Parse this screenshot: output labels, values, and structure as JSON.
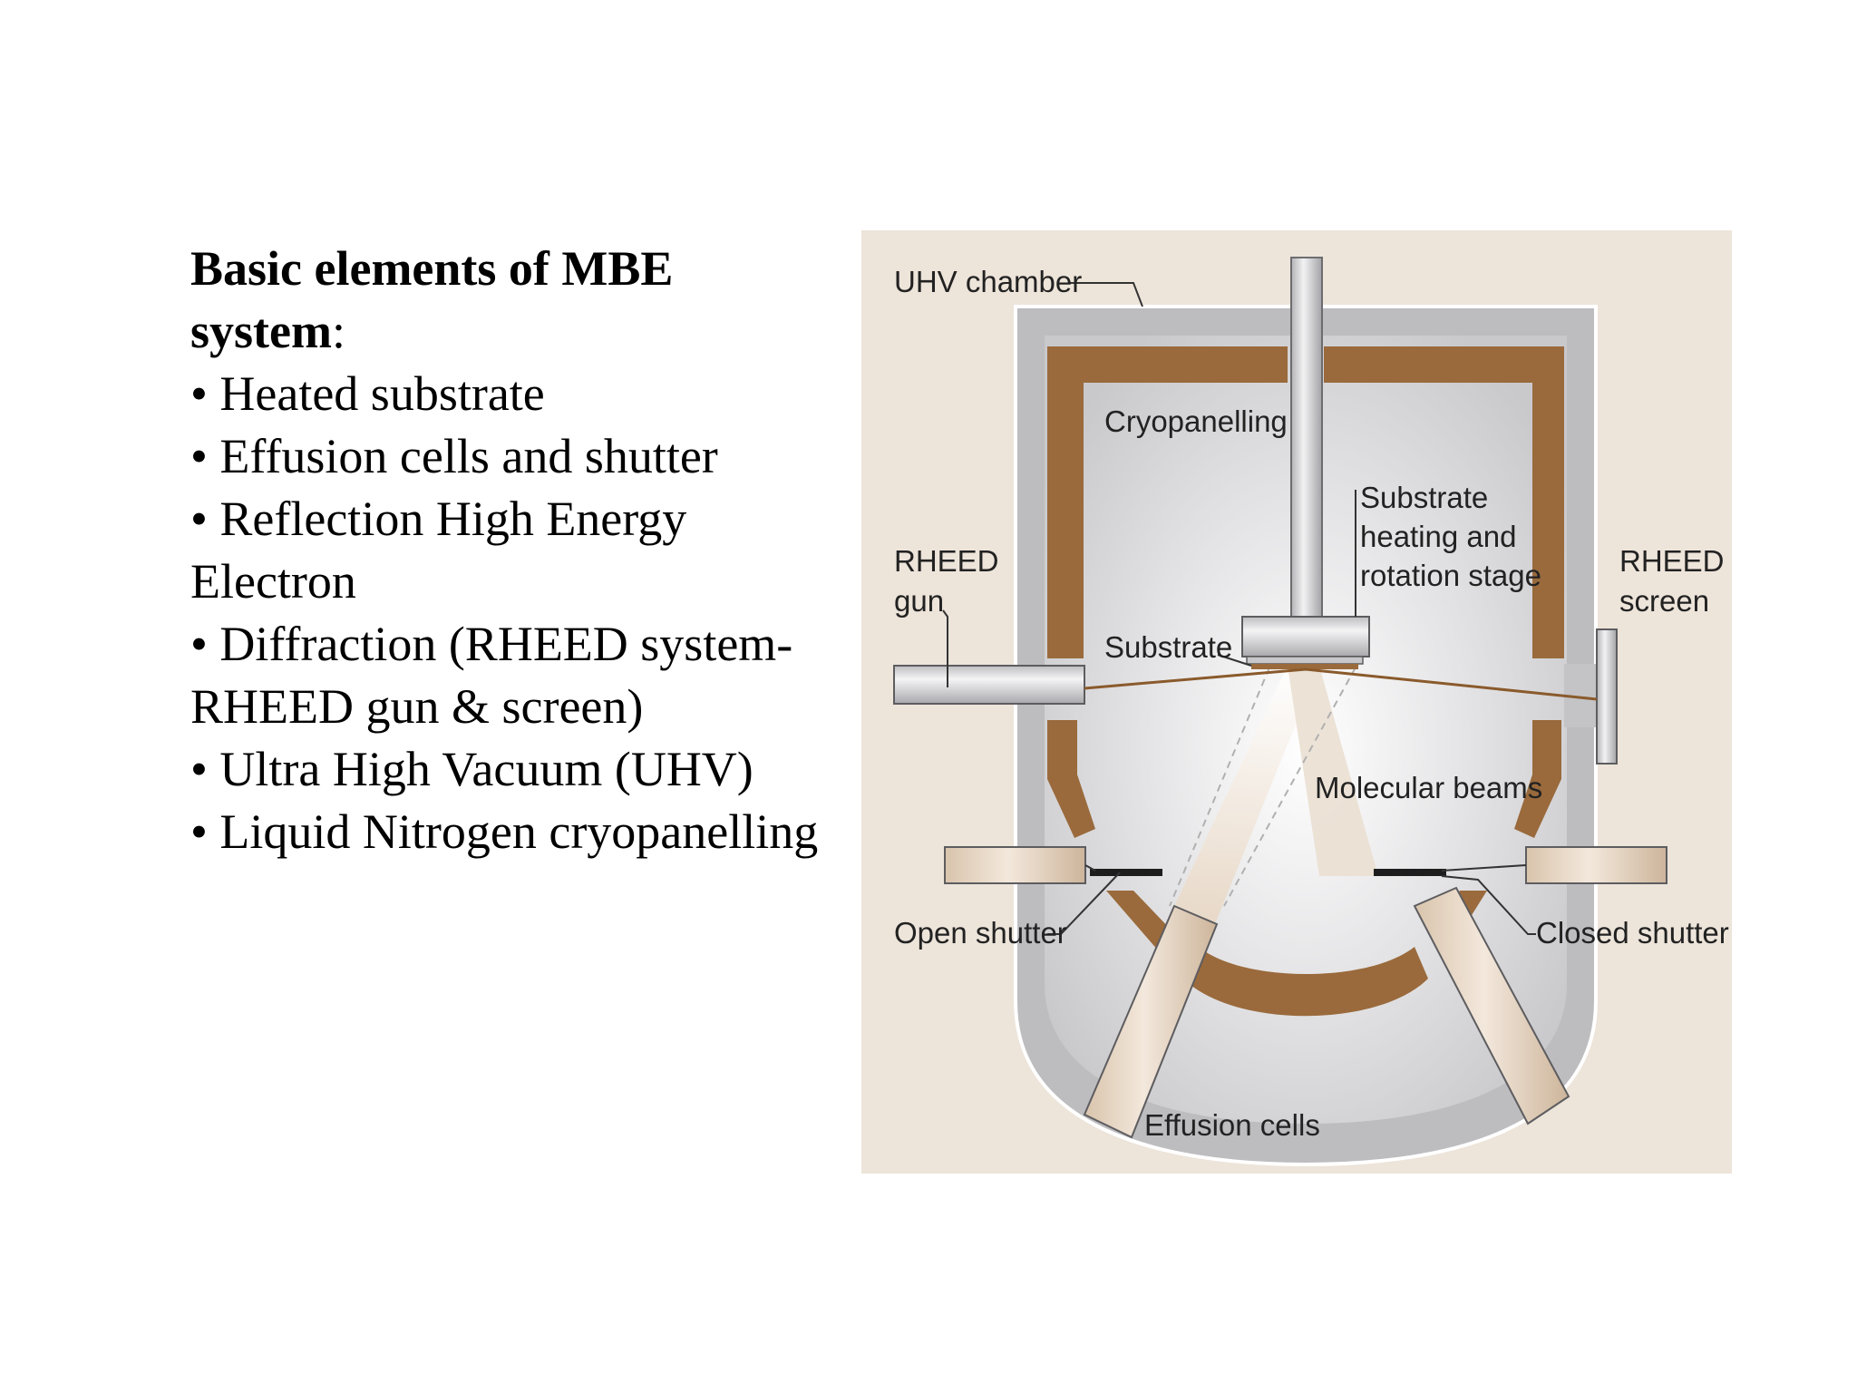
{
  "text": {
    "heading_line1": "Basic elements of MBE",
    "heading_line2": "system",
    "heading_colon": ":",
    "bullets": [
      "• Heated substrate",
      "• Effusion cells and shutter",
      "• Reflection High Energy",
      "Electron",
      "• Diffraction (RHEED system-",
      "RHEED gun & screen)",
      "• Ultra High Vacuum (UHV)",
      "• Liquid Nitrogen cryopanelling"
    ]
  },
  "diagram": {
    "labels": {
      "uhv_chamber": "UHV chamber",
      "cryopanelling": "Cryopanelling",
      "substrate_stage_1": "Substrate",
      "substrate_stage_2": "heating and",
      "substrate_stage_3": "rotation stage",
      "rheed_gun_1": "RHEED",
      "rheed_gun_2": "gun",
      "rheed_screen_1": "RHEED",
      "rheed_screen_2": "screen",
      "substrate": "Substrate",
      "molecular_beams": "Molecular beams",
      "open_shutter": "Open shutter",
      "closed_shutter": "Closed shutter",
      "effusion_cells": "Effusion cells"
    },
    "colors": {
      "background": "#ede4da",
      "chamber_wall": "#b9b9bc",
      "chamber_inner": "#d9d9db",
      "cryopanel": "#9a6a3c",
      "cell": "#e6d4c0",
      "beam": "#f4ece2",
      "rheed_beam": "#8a5a2c"
    }
  }
}
